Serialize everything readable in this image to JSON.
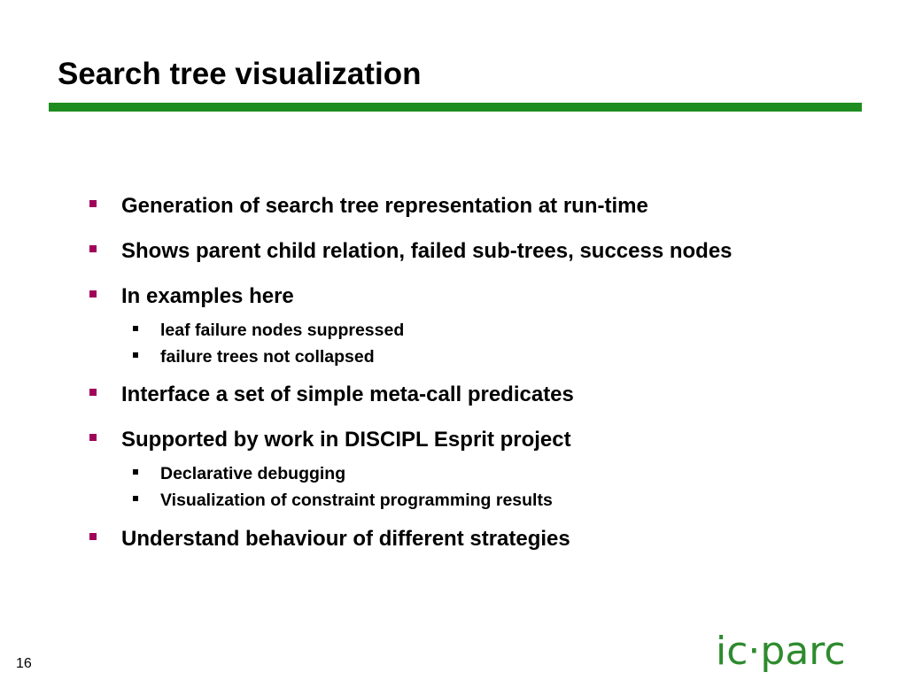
{
  "slide": {
    "title": "Search tree visualization",
    "page_number": "16",
    "accent_color": "#1e8c1e",
    "bullet_color": "#a0005a",
    "logo": {
      "text": "ic·parc",
      "icon": "ic-parc-logo"
    },
    "bullets": [
      {
        "level": 1,
        "text": "Generation of search tree representation at run-time"
      },
      {
        "level": 1,
        "text": "Shows parent child relation, failed sub-trees, success nodes"
      },
      {
        "level": 1,
        "text": "In examples here"
      },
      {
        "level": 2,
        "text": "leaf failure nodes suppressed"
      },
      {
        "level": 2,
        "text": "failure trees not collapsed"
      },
      {
        "level": 1,
        "text": "Interface a set of simple meta-call predicates"
      },
      {
        "level": 1,
        "text": "Supported by work in DISCIPL Esprit project"
      },
      {
        "level": 2,
        "text": "Declarative debugging"
      },
      {
        "level": 2,
        "text": "Visualization of constraint programming results"
      },
      {
        "level": 1,
        "text": "Understand behaviour of different strategies"
      }
    ]
  }
}
